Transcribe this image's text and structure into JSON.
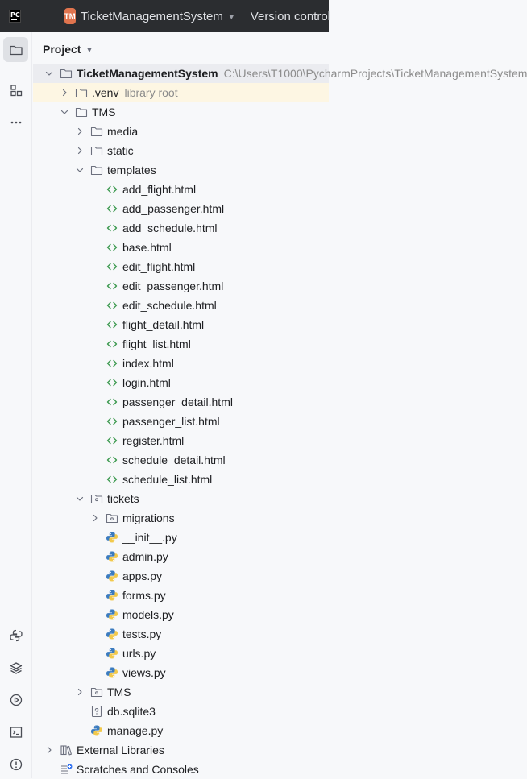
{
  "titlebar": {
    "logo": "PC",
    "project_badge": "TM",
    "project_name": "TicketManagementSystem",
    "vcs_label": "Version control"
  },
  "panel": {
    "title": "Project"
  },
  "toolstrip": {
    "top": [
      "project-folder-icon",
      "structure-icon",
      "more-icon"
    ],
    "bottom": [
      "python-console-icon",
      "layers-icon",
      "run-icon",
      "terminal-icon",
      "problems-icon"
    ]
  },
  "tree": [
    {
      "label": "TicketManagementSystem",
      "path": "C:\\Users\\T1000\\PycharmProjects\\TicketManagementSystem",
      "level": 0,
      "arrow": "down",
      "icon": "folder",
      "bold": true,
      "highlight": "gray"
    },
    {
      "label": ".venv",
      "hint": "library root",
      "level": 1,
      "arrow": "right",
      "icon": "folder",
      "highlight": "yellow"
    },
    {
      "label": "TMS",
      "level": 1,
      "arrow": "down",
      "icon": "folder"
    },
    {
      "label": "media",
      "level": 2,
      "arrow": "right",
      "icon": "folder"
    },
    {
      "label": "static",
      "level": 2,
      "arrow": "right",
      "icon": "folder"
    },
    {
      "label": "templates",
      "level": 2,
      "arrow": "down",
      "icon": "folder"
    },
    {
      "label": "add_flight.html",
      "level": 3,
      "icon": "html"
    },
    {
      "label": "add_passenger.html",
      "level": 3,
      "icon": "html"
    },
    {
      "label": "add_schedule.html",
      "level": 3,
      "icon": "html"
    },
    {
      "label": "base.html",
      "level": 3,
      "icon": "html"
    },
    {
      "label": "edit_flight.html",
      "level": 3,
      "icon": "html"
    },
    {
      "label": "edit_passenger.html",
      "level": 3,
      "icon": "html"
    },
    {
      "label": "edit_schedule.html",
      "level": 3,
      "icon": "html"
    },
    {
      "label": "flight_detail.html",
      "level": 3,
      "icon": "html"
    },
    {
      "label": "flight_list.html",
      "level": 3,
      "icon": "html"
    },
    {
      "label": "index.html",
      "level": 3,
      "icon": "html"
    },
    {
      "label": "login.html",
      "level": 3,
      "icon": "html"
    },
    {
      "label": "passenger_detail.html",
      "level": 3,
      "icon": "html"
    },
    {
      "label": "passenger_list.html",
      "level": 3,
      "icon": "html"
    },
    {
      "label": "register.html",
      "level": 3,
      "icon": "html"
    },
    {
      "label": "schedule_detail.html",
      "level": 3,
      "icon": "html"
    },
    {
      "label": "schedule_list.html",
      "level": 3,
      "icon": "html"
    },
    {
      "label": "tickets",
      "level": 2,
      "arrow": "down",
      "icon": "package"
    },
    {
      "label": "migrations",
      "level": 3,
      "arrow": "right",
      "icon": "package"
    },
    {
      "label": "__init__.py",
      "level": 3,
      "icon": "python"
    },
    {
      "label": "admin.py",
      "level": 3,
      "icon": "python"
    },
    {
      "label": "apps.py",
      "level": 3,
      "icon": "python"
    },
    {
      "label": "forms.py",
      "level": 3,
      "icon": "python"
    },
    {
      "label": "models.py",
      "level": 3,
      "icon": "python"
    },
    {
      "label": "tests.py",
      "level": 3,
      "icon": "python"
    },
    {
      "label": "urls.py",
      "level": 3,
      "icon": "python"
    },
    {
      "label": "views.py",
      "level": 3,
      "icon": "python"
    },
    {
      "label": "TMS",
      "level": 2,
      "arrow": "right",
      "icon": "package"
    },
    {
      "label": "db.sqlite3",
      "level": 2,
      "icon": "unknown"
    },
    {
      "label": "manage.py",
      "level": 2,
      "icon": "python"
    },
    {
      "label": "External Libraries",
      "level": 0,
      "arrow": "right",
      "icon": "library"
    },
    {
      "label": "Scratches and Consoles",
      "level": 0,
      "icon": "scratches"
    }
  ],
  "colors": {
    "titlebar_bg": "#2b2d30",
    "project_badge": "#e0744e",
    "html_icon": "#3d9a50",
    "python_blue": "#3b7bbf",
    "python_yellow": "#f2c94c",
    "selected_row": "#ebecf0",
    "library_root_row": "#fdf6e3"
  }
}
